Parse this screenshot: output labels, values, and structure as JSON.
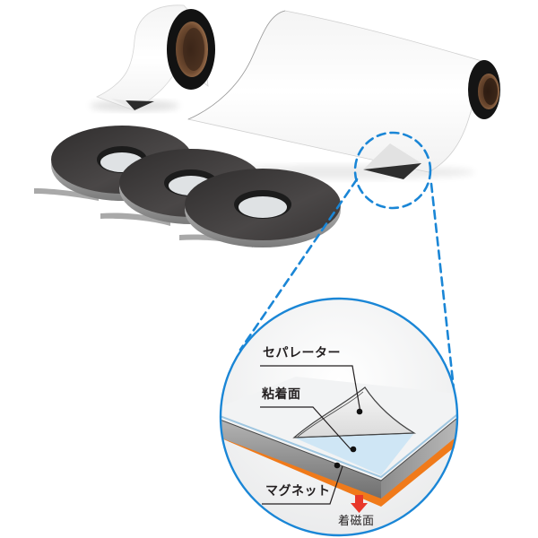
{
  "diagram": {
    "products": [
      {
        "id": "small-roll",
        "description": "white magnetic tape roll"
      },
      {
        "id": "sheet-roll",
        "description": "wide white magnetic sheet roll"
      },
      {
        "id": "tape-coils",
        "count": 3,
        "description": "black magnetic tape coils"
      }
    ],
    "callout": {
      "labels": {
        "separator": "セパレーター",
        "adhesive": "粘着面",
        "magnet": "マグネット",
        "magnetized_face": "着磁面"
      }
    },
    "colors": {
      "callout_blue": "#1a86d6",
      "adhesive_blue": "#cfe6f5",
      "magnet_gray": "#8a8a8a",
      "magnetized_orange": "#f07a1a",
      "arrow_red": "#e8382a",
      "core_brown": "#7a5236",
      "tape_dark": "#3a3838"
    }
  }
}
